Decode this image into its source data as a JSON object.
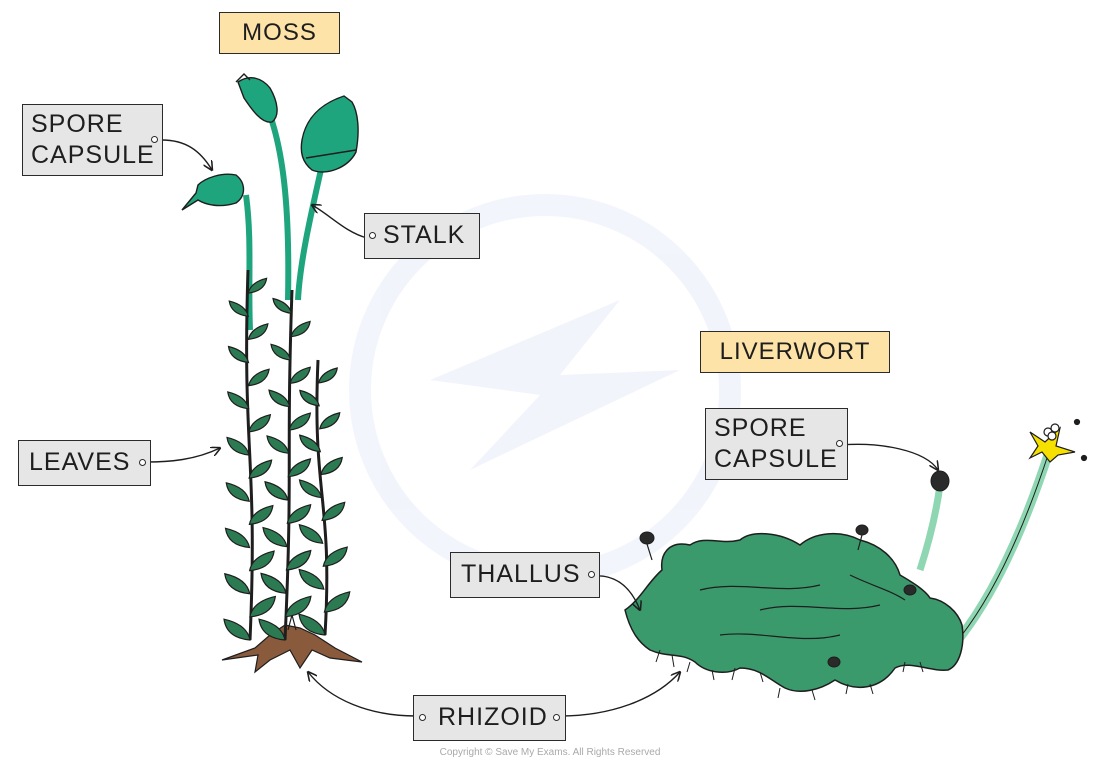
{
  "labels": {
    "moss_title": "MOSS",
    "liverwort_title": "LIVERWORT",
    "moss_spore_capsule_line1": "SPORE",
    "moss_spore_capsule_line2": "CAPSULE",
    "stalk": "STALK",
    "leaves": "LEAVES",
    "thallus": "THALLUS",
    "rhizoid": "RHIZOID",
    "liverwort_spore_capsule_line1": "SPORE",
    "liverwort_spore_capsule_line2": "CAPSULE"
  },
  "copyright": "Copyright © Save My Exams. All Rights Reserved",
  "colors": {
    "moss_green": "#1fa57d",
    "leaf_green": "#2c7a52",
    "thallus_green": "#3a9a6c",
    "stalk_light": "#8fd6b2",
    "rhizoid_brown": "#8a5a3c",
    "flower_yellow": "#f5e000",
    "title_fill": "#fde3a7",
    "tag_fill": "#e6e6e6",
    "outline": "#1e1e1e"
  }
}
